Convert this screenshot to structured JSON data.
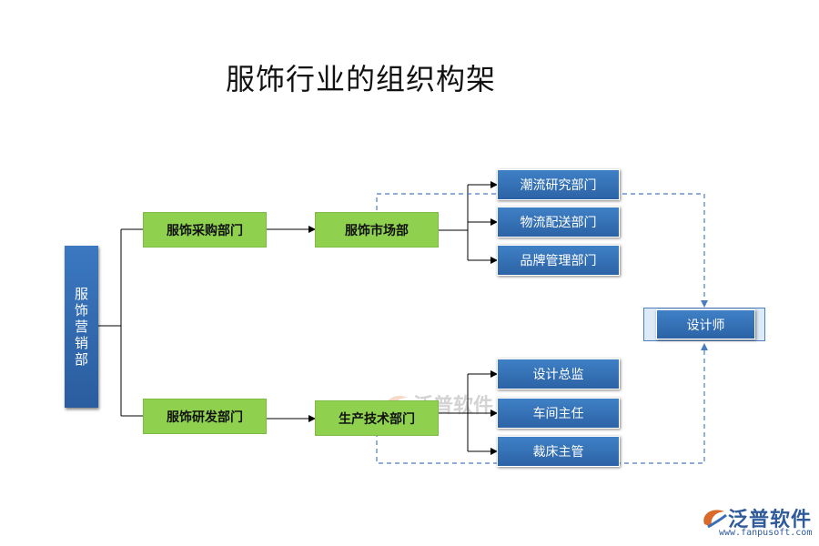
{
  "title": "服饰行业的组织构架",
  "root": {
    "label": "服饰营销部"
  },
  "level1": [
    {
      "label": "服饰采购部门"
    },
    {
      "label": "服饰研发部门"
    }
  ],
  "level2": [
    {
      "label": "服饰市场部"
    },
    {
      "label": "生产技术部门"
    }
  ],
  "market_children": [
    {
      "label": "潮流研究部门"
    },
    {
      "label": "物流配送部门"
    },
    {
      "label": "品牌管理部门"
    }
  ],
  "tech_children": [
    {
      "label": "设计总监"
    },
    {
      "label": "车间主任"
    },
    {
      "label": "裁床主管"
    }
  ],
  "designer": {
    "label": "设计师"
  },
  "watermark": {
    "text": "泛普软件"
  },
  "logo": {
    "text": "泛普软件",
    "url": "www.fanpusoft.com"
  },
  "colors": {
    "green_box": "#8fd14f",
    "blue_box": "#3469b3",
    "dashed_line": "#4a7cc0"
  }
}
